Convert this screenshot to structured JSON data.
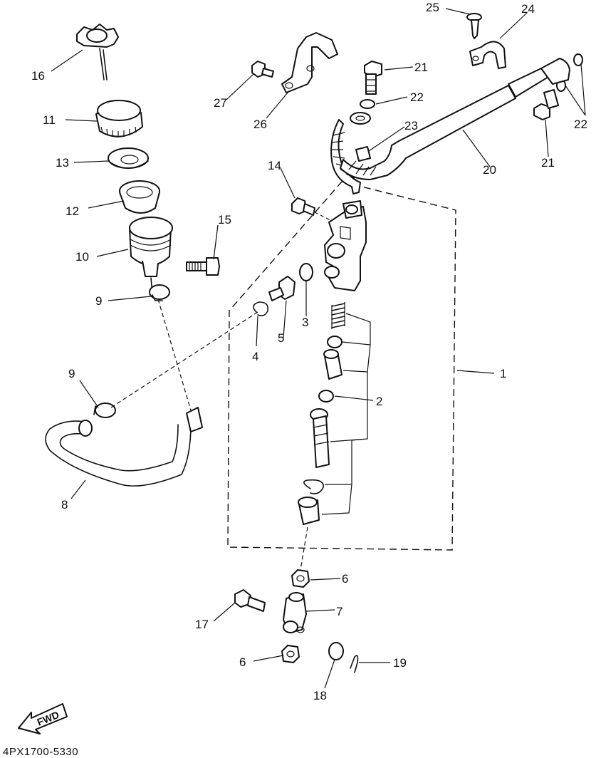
{
  "diagram": {
    "code": "4PX1700-5330",
    "fwd_label": "FWD",
    "callouts": {
      "c1": "1",
      "c2": "2",
      "c3": "3",
      "c4": "4",
      "c5": "5",
      "c6a": "6",
      "c6b": "6",
      "c7": "7",
      "c8": "8",
      "c9a": "9",
      "c9b": "9",
      "c10": "10",
      "c11": "11",
      "c12": "12",
      "c13": "13",
      "c14": "14",
      "c15": "15",
      "c16": "16",
      "c17": "17",
      "c18": "18",
      "c19": "19",
      "c20": "20",
      "c21a": "21",
      "c21b": "21",
      "c22a": "22",
      "c22b": "22",
      "c23": "23",
      "c24": "24",
      "c25": "25",
      "c26": "26",
      "c27": "27"
    }
  }
}
